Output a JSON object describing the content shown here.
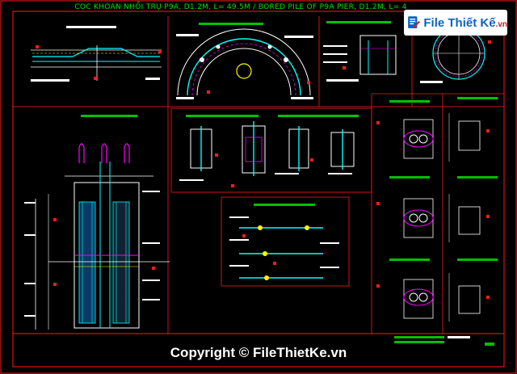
{
  "drawing": {
    "title": "COC KHOAN NHỒI TRỤ P9A, D1.2M, L= 49.5M / BORED PILE OF P9A PIER, D1.2M, L= 4",
    "colors": {
      "background": "#000000",
      "frame": "#ff1a1a",
      "title": "#00e000",
      "rebar": "#00ffff",
      "stirrup": "#ff00ff",
      "concrete": "#ffffff",
      "dimension": "#ffff00",
      "label": "#00ff00"
    }
  },
  "logo": {
    "text_main": "File Thiết Kế",
    "text_domain": ".vn"
  },
  "footer": {
    "copyright": "Copyright © FileThietKe.vn"
  }
}
